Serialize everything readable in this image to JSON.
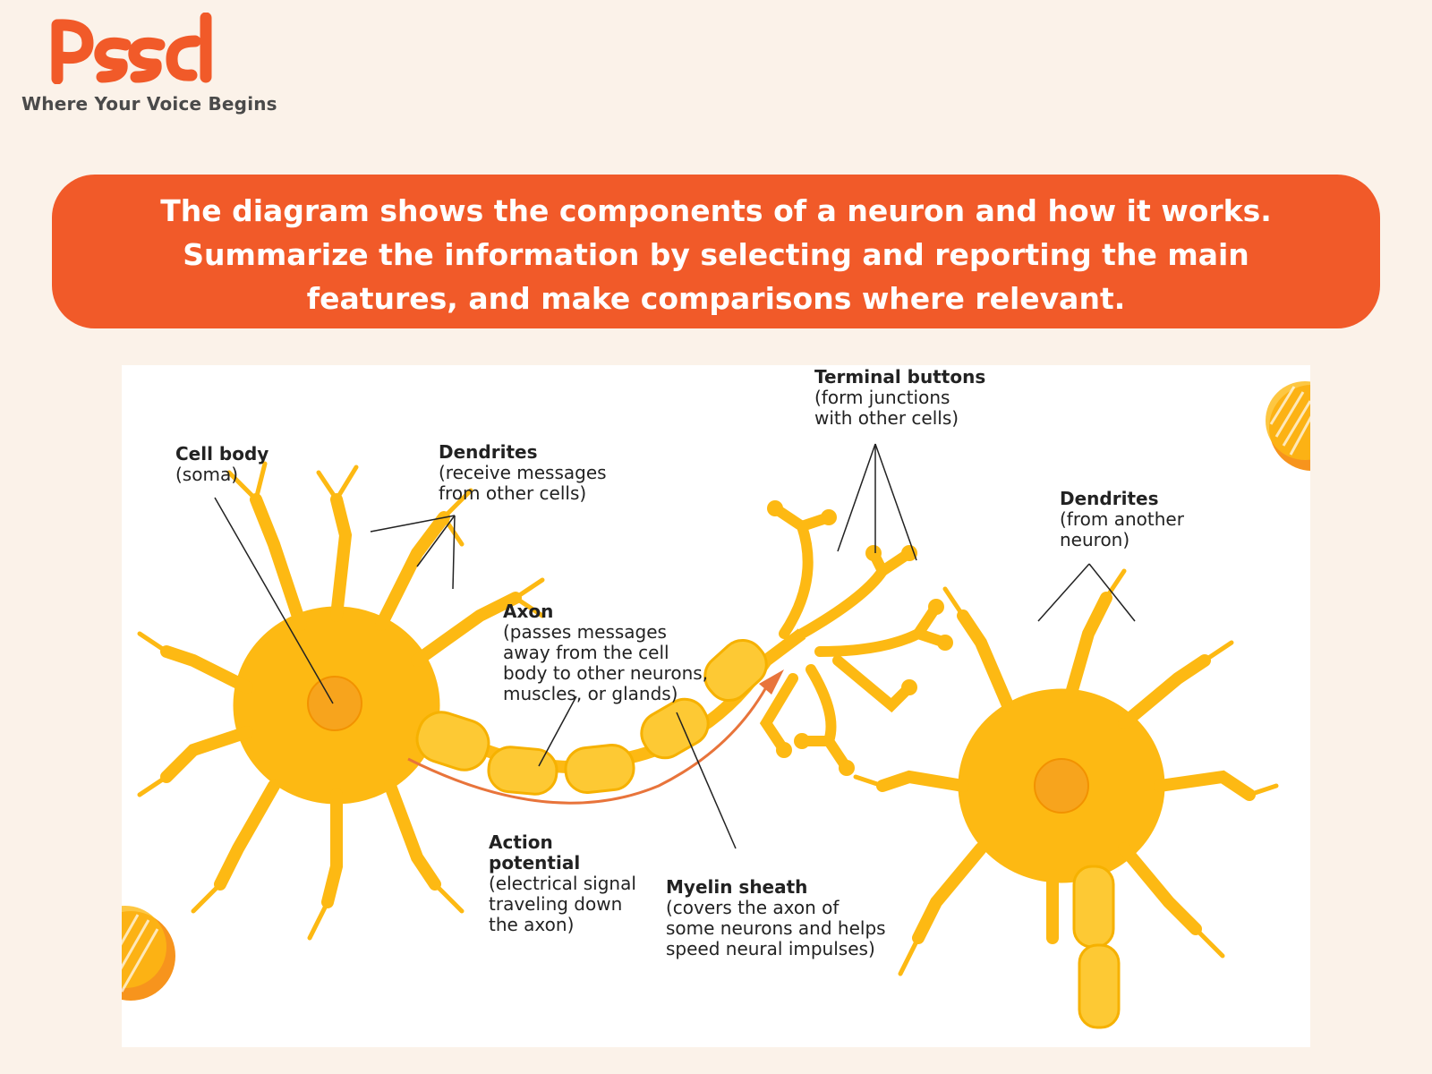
{
  "brand": {
    "logo_text": "Pasal",
    "tagline": "Where Your Voice Begins",
    "color": "#f15a29"
  },
  "prompt": {
    "text": "The diagram shows the components of a neuron and how it works. Summarize the information by selecting and reporting the main features, and make comparisons where relevant."
  },
  "diagram": {
    "colors": {
      "neuron": "#fdb913",
      "arrow": "#e8743b",
      "line": "#222222"
    },
    "labels": {
      "cell_body": {
        "title": "Cell body",
        "desc": "(soma)"
      },
      "dendrites": {
        "title": "Dendrites",
        "desc": "(receive messages from other cells)"
      },
      "axon": {
        "title": "Axon",
        "desc": "(passes messages away from the cell body to other neurons, muscles, or glands)"
      },
      "terminal_buttons": {
        "title": "Terminal buttons",
        "desc": "(form junctions with other cells)"
      },
      "dendrites_other": {
        "title": "Dendrites",
        "desc": "(from another neuron)"
      },
      "action_potential": {
        "title": "Action potential",
        "desc": "(electrical signal traveling down the axon)"
      },
      "myelin_sheath": {
        "title": "Myelin sheath",
        "desc": "(covers the axon of some neurons and helps speed neural impulses)"
      }
    }
  }
}
